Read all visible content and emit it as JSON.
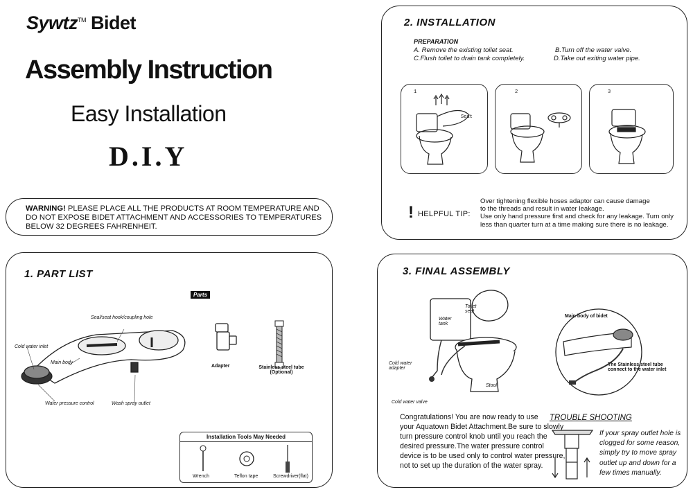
{
  "header": {
    "brand_name": "Sywtz",
    "brand_tm": "TM",
    "brand_product": "Bidet",
    "title": "Assembly Instruction",
    "subtitle": "Easy Installation",
    "tagline": "D.I.Y"
  },
  "warning": {
    "label": "WARNING!",
    "text": " PLEASE PLACE ALL THE PRODUCTS AT ROOM TEMPERATURE AND DO NOT EXPOSE BIDET ATTACHMENT AND ACCESSORIES TO TEMPERATURES BELOW 32 DEGREES FAHRENHEIT."
  },
  "installation": {
    "title": "2. INSTALLATION",
    "prep_title": "PREPARATION",
    "steps": {
      "a": "A. Remove the existing toilet seat.",
      "b": "B.Turn off the water valve.",
      "c": "C.Flush toilet to drain tank completely.",
      "d": "D.Take out exiting water pipe."
    },
    "images": {
      "n1": "1",
      "n2": "2",
      "n3": "3",
      "seat_label": "Seat"
    },
    "tip_label": "HELPFUL TIP:",
    "tip_lines": {
      "l1": "Over tightening flexible hoses adaptor can cause damage",
      "l2": "to the threads and result in water leakage.",
      "l3": "Use only hand pressure first and check for any leakage. Turn only",
      "l4": "less than quarter turn at a time making sure there is no leakage."
    }
  },
  "part_list": {
    "title": "1. PART LIST",
    "parts_badge": "Parts",
    "labels": {
      "seat_hook": "Seal/seat hook/coupling hole",
      "cold_inlet": "Cold water inlet",
      "main_body": "Main body",
      "pressure": "Water pressure control",
      "spray": "Wash spray outlet",
      "adapter": "Adapter",
      "tube_1": "Stainless steel tube",
      "tube_2": "(Optional)"
    },
    "tools": {
      "title": "Installation Tools May Needed",
      "wrench": "Wrench",
      "teflon": "Teflon tape",
      "screwdriver": "Screwdriver(flat)"
    }
  },
  "final_assembly": {
    "title": "3. FINAL ASSEMBLY",
    "labels": {
      "water_tank_1": "Water",
      "water_tank_2": "tank",
      "toilet_seat_1": "Toilet",
      "toilet_seat_2": "seat",
      "adapter_1": "Cold water",
      "adapter_2": "adapter",
      "valve": "Cold water valve",
      "stool": "Stool",
      "main_body": "Main body of bidet",
      "tube_1": "The Stainless steel tube",
      "tube_2": "connect to the water inlet"
    },
    "congrats": {
      "l1": "Congratulations! You are now ready to use",
      "l2": "your Aquatown Bidet Attachment.Be sure to slowly",
      "l3": "turn pressure control knob until you reach the",
      "l4": "desired pressure.The water pressure control",
      "l5": "device is to be used only to control water pressure,",
      "l6": "not to set up the duration of the water spray."
    },
    "trouble": {
      "title": "TROUBLE SHOOTING",
      "l1": "If your spray outlet hole is",
      "l2": "clogged for some reason,",
      "l3": "simply try to move spray",
      "l4": "outlet up and down for a",
      "l5": "few times manually."
    }
  }
}
